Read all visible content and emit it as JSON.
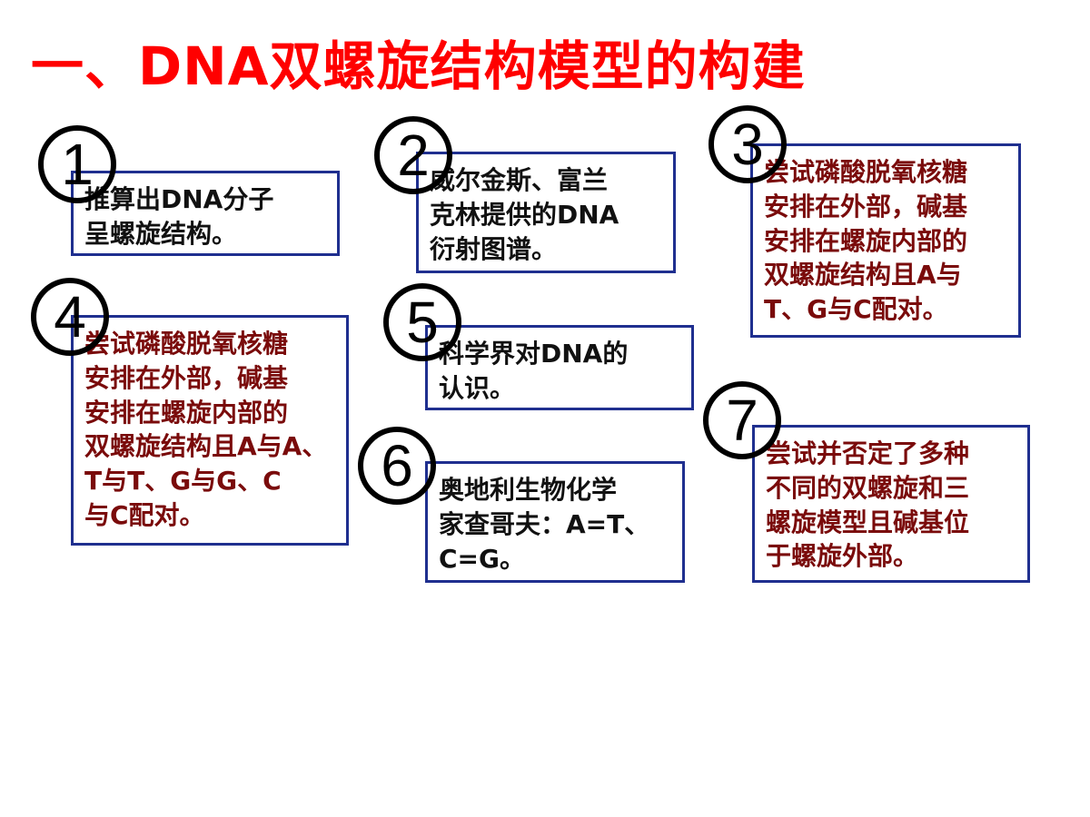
{
  "slide": {
    "title": "一、DNA双螺旋结构模型的构建",
    "title_color": "#ff0000",
    "box_border_color": "#1f2f8f"
  },
  "cards": [
    {
      "number": "1",
      "text": "推算出DNA分子\n呈螺旋结构。"
    },
    {
      "number": "2",
      "text": "威尔金斯、富兰\n克林提供的DNA\n衍射图谱。"
    },
    {
      "number": "3",
      "text": "尝试磷酸脱氧核糖\n安排在外部，碱基\n安排在螺旋内部的\n双螺旋结构且A与\nT、G与C配对。"
    },
    {
      "number": "4",
      "text": "尝试磷酸脱氧核糖\n安排在外部，碱基\n安排在螺旋内部的\n双螺旋结构且A与A、\nT与T、G与G、C\n与C配对。"
    },
    {
      "number": "5",
      "text": "科学界对DNA的\n认识。"
    },
    {
      "number": "6",
      "text": "奥地利生物化学\n家查哥夫：A=T、\nC=G。"
    },
    {
      "number": "7",
      "text": "尝试并否定了多种\n不同的双螺旋和三\n螺旋模型且碱基位\n于螺旋外部。"
    }
  ]
}
